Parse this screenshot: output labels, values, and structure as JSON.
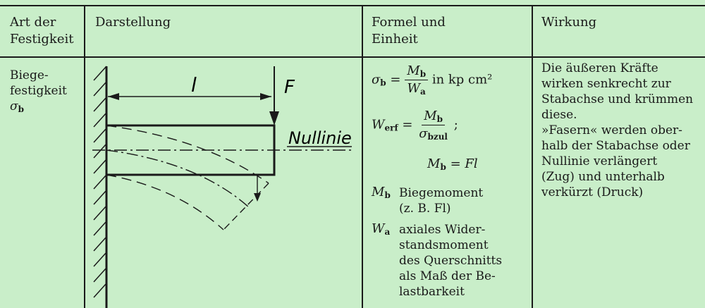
{
  "headers": {
    "col1": [
      "Art der",
      "Festigkeit"
    ],
    "col2": "Darstellung",
    "col3": [
      "Formel und",
      "Einheit"
    ],
    "col4": "Wirkung"
  },
  "row": {
    "type_lines": [
      "Biege-",
      "festigkeit"
    ],
    "type_symbol": "σ",
    "type_symbol_sub": "b",
    "diagram": {
      "length_label": "l",
      "force_label": "F",
      "neutral_label": "Nullinie"
    },
    "formula1": {
      "lhs": "σ",
      "lhs_sub": "b",
      "equals": "=",
      "num": "M",
      "num_sub": "b",
      "den": "W",
      "den_sub": "a",
      "unit": "in kp cm²"
    },
    "formula2": {
      "lhs": "W",
      "lhs_sub": "erf",
      "equals": "=",
      "num": "M",
      "num_sub": "b",
      "den": "σ",
      "den_sub": "bzul",
      "tail": ";"
    },
    "formula3": {
      "lhs": "M",
      "lhs_sub": "b",
      "rhs": "= Fl"
    },
    "legend": [
      {
        "sym": "M",
        "sub": "b",
        "lines": [
          "Biegemoment",
          "(z. B. Fl)"
        ]
      },
      {
        "sym": "W",
        "sub": "a",
        "lines": [
          "axiales Wider-",
          "standsmoment",
          "des Querschnitts",
          "als Maß der Be-",
          "lastbarkeit"
        ]
      }
    ],
    "effect_lines": [
      "Die äußeren Kräfte",
      "wirken senkrecht zur",
      "Stabachse und krümmen",
      "diese.",
      "»Fasern« werden ober-",
      "halb der Stabachse oder",
      "Nullinie verlängert",
      "(Zug) und unterhalb",
      "verkürzt (Druck)"
    ]
  }
}
